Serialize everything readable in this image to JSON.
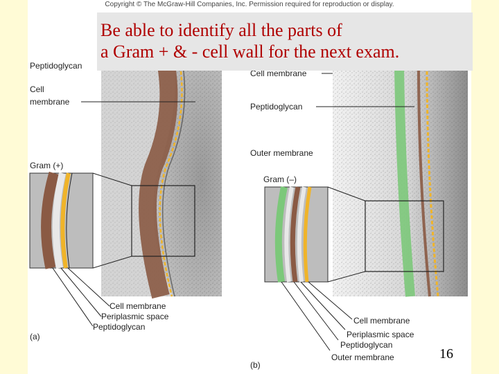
{
  "copyright": "Copyright © The McGraw-Hill Companies, Inc. Permission required for reproduction or display.",
  "callout": {
    "line1": "Be able to identify all the parts of",
    "line2": "a Gram + & - cell wall for the next exam."
  },
  "slide_number": "16",
  "panel_a": {
    "panel_label": "(a)",
    "top_labels": [
      "Peptidoglycan",
      "Cell membrane"
    ],
    "cell_membrane_line1": "Cell",
    "cell_membrane_line2": "membrane",
    "gram_label": "Gram (+)",
    "bottom_labels": [
      "Cell membrane",
      "Periplasmic space",
      "Peptidoglycan"
    ]
  },
  "panel_b": {
    "panel_label": "(b)",
    "top_labels": [
      "Cell membrane",
      "Peptidoglycan",
      "Outer membrane"
    ],
    "gram_label": "Gram (–)",
    "bottom_labels": [
      "Cell membrane",
      "Periplasmic space",
      "Peptidoglycan",
      "Outer membrane"
    ]
  },
  "colors": {
    "background": "#fffbd6",
    "callout_text": "#b00000",
    "peptidoglycan": "#8a5a44",
    "cell_membrane": "#f0b429",
    "outer_membrane": "#7cc87a",
    "periplasm": "#dcdcdc"
  }
}
